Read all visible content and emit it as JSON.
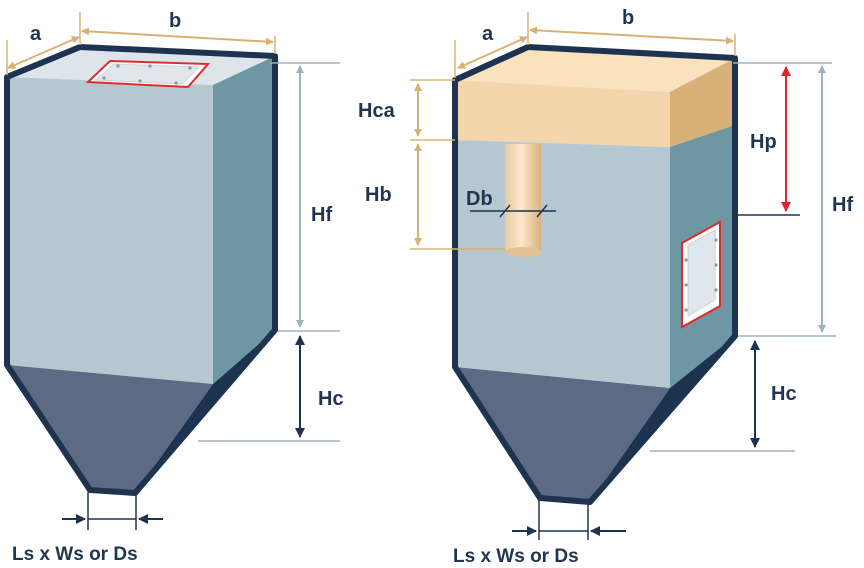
{
  "colors": {
    "outline": "#1d3350",
    "box_front": "#b5c8d2",
    "box_side": "#6f96a3",
    "box_top": "#dde4ea",
    "hopper_front": "#5d6a83",
    "hopper_side": "#1c3350",
    "cake_front": "#f4d6ad",
    "cake_top": "#fae2bf",
    "cake_side": "#d9b077",
    "tube": "#f3dcbb",
    "gold_dim": "#d7b373",
    "dark_dim": "#1d3350",
    "red_dim": "#e2232b",
    "leader_line": "#9fb3bd",
    "panel_red": "#e02b2b"
  },
  "left_diagram": {
    "labels": {
      "a": "a",
      "b": "b",
      "hf": "Hf",
      "hc": "Hc",
      "outlet": "Ls x Ws or Ds"
    }
  },
  "right_diagram": {
    "labels": {
      "a": "a",
      "b": "b",
      "hca": "Hca",
      "hb": "Hb",
      "db": "Db",
      "hp": "Hp",
      "hf": "Hf",
      "hc": "Hc",
      "outlet": "Ls x Ws or Ds"
    }
  }
}
